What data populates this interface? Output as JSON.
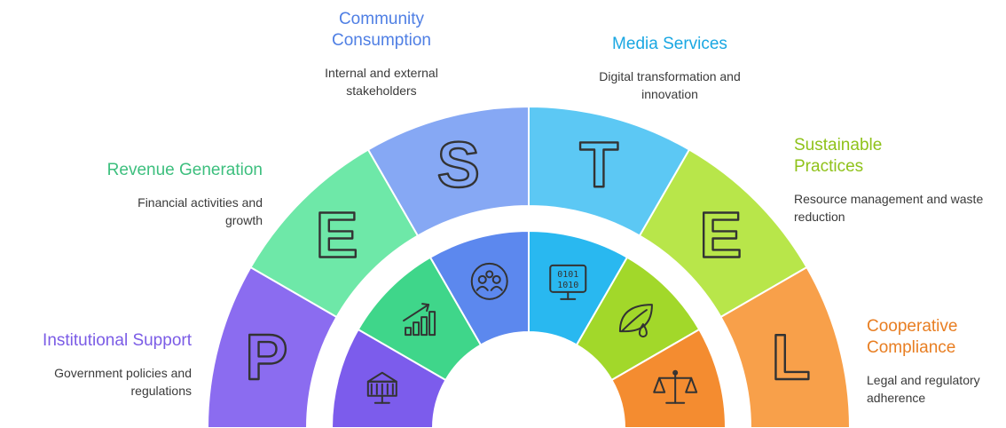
{
  "segments": [
    {
      "key": "P",
      "letter": "P",
      "title": "Institutional Support",
      "description": "Government policies and regulations",
      "color": "#8b6cf0",
      "inner_color": "#7c5cec",
      "title_color": "#7b5ce6",
      "icon": "institution-building-icon"
    },
    {
      "key": "E1",
      "letter": "E",
      "title": "Revenue Generation",
      "description": "Financial activities and growth",
      "color": "#6ee8a8",
      "inner_color": "#3fd68a",
      "title_color": "#3dbf7e",
      "icon": "growth-chart-icon"
    },
    {
      "key": "S",
      "letter": "S",
      "title": "Community Consumption",
      "description": "Internal and external stakeholders",
      "color": "#86a8f4",
      "inner_color": "#5c88ee",
      "title_color": "#4f7fe4",
      "icon": "community-people-icon"
    },
    {
      "key": "T",
      "letter": "T",
      "title": "Media Services",
      "description": "Digital transformation and innovation",
      "color": "#5cc8f4",
      "inner_color": "#29b8f0",
      "title_color": "#1aa7e2",
      "icon": "binary-monitor-icon"
    },
    {
      "key": "E2",
      "letter": "E",
      "title": "Sustainable Practices",
      "description": "Resource management and waste reduction",
      "color": "#b8e64a",
      "inner_color": "#a2d82a",
      "title_color": "#8fc21a",
      "icon": "leaf-drop-icon"
    },
    {
      "key": "L",
      "letter": "L",
      "title": "Cooperative Compliance",
      "description": "Legal and regulatory adherence",
      "color": "#f8a04a",
      "inner_color": "#f48c30",
      "title_color": "#e87e22",
      "icon": "scales-icon"
    }
  ]
}
